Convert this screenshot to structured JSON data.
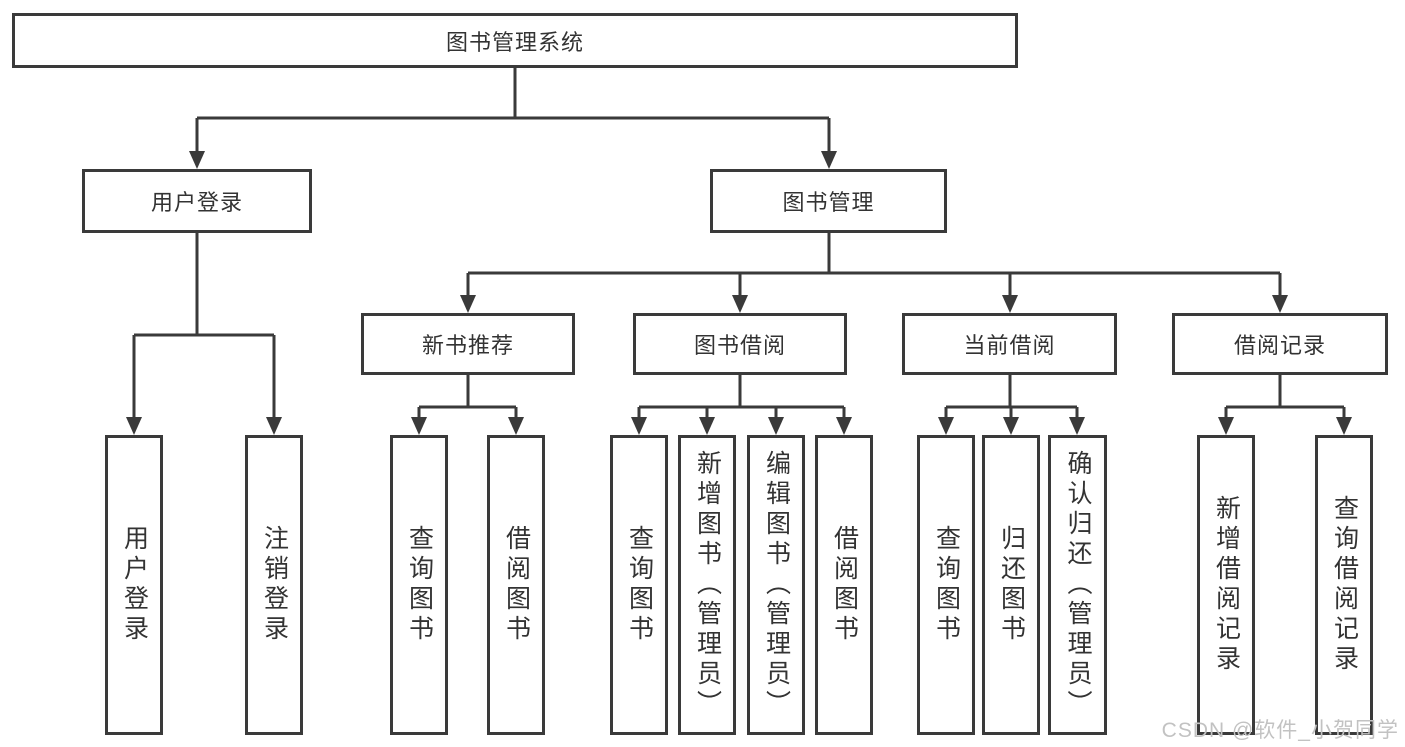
{
  "diagram": {
    "type": "hierarchy-tree",
    "root": {
      "label": "图书管理系统"
    },
    "branches": [
      {
        "label": "用户登录",
        "children": [
          {
            "label": "用户登录"
          },
          {
            "label": "注销登录"
          }
        ]
      },
      {
        "label": "图书管理",
        "children": [
          {
            "label": "新书推荐",
            "children": [
              {
                "label": "查询图书"
              },
              {
                "label": "借阅图书"
              }
            ]
          },
          {
            "label": "图书借阅",
            "children": [
              {
                "label": "查询图书"
              },
              {
                "label": "新增图书（管理员）"
              },
              {
                "label": "编辑图书（管理员）"
              },
              {
                "label": "借阅图书"
              }
            ]
          },
          {
            "label": "当前借阅",
            "children": [
              {
                "label": "查询图书"
              },
              {
                "label": "归还图书"
              },
              {
                "label": "确认归还（管理员）"
              }
            ]
          },
          {
            "label": "借阅记录",
            "children": [
              {
                "label": "新增借阅记录"
              },
              {
                "label": "查询借阅记录"
              }
            ]
          }
        ]
      }
    ]
  },
  "watermark": {
    "text": "CSDN @软件_小贺同学"
  },
  "colors": {
    "line": "#3a3a3a",
    "border": "#3a3a3a",
    "text": "#333333",
    "watermark": "#c2c2c2",
    "background": "#ffffff"
  }
}
